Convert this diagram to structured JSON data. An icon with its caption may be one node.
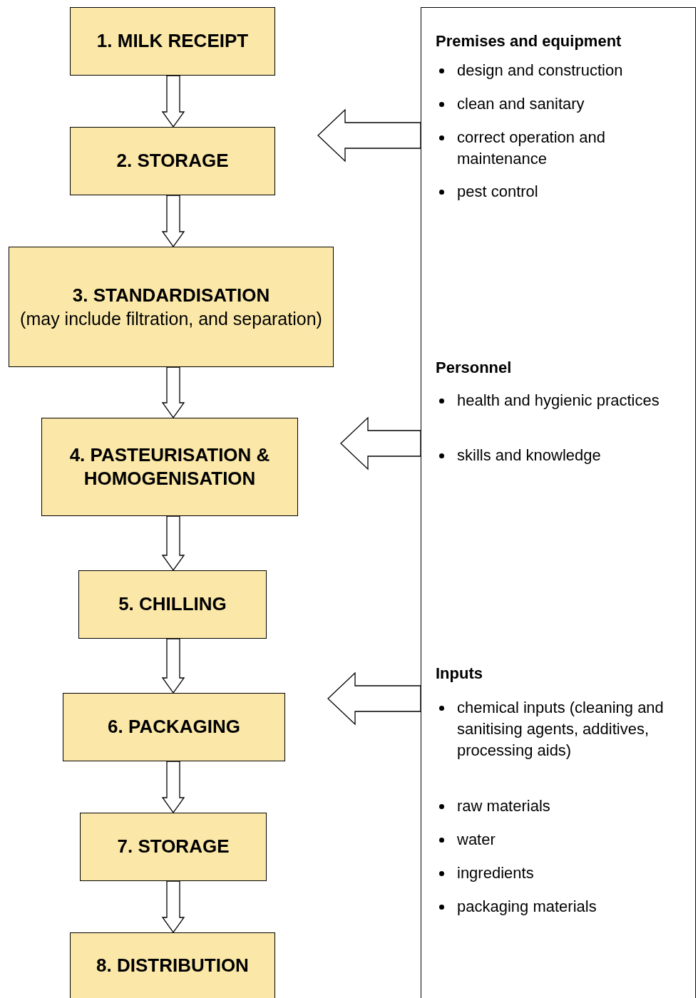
{
  "diagram": {
    "nodes": [
      {
        "text": [
          "1. MILK RECEIPT"
        ]
      },
      {
        "text": [
          "2. STORAGE"
        ]
      },
      {
        "text": [
          "3. STANDARDISATION",
          "(may include filtration, and separation)"
        ]
      },
      {
        "text": [
          "4. PASTEURISATION & HOMOGENISATION"
        ]
      },
      {
        "text": [
          "5. CHILLING"
        ]
      },
      {
        "text": [
          "6. PACKAGING"
        ]
      },
      {
        "text": [
          "7. STORAGE"
        ]
      },
      {
        "text": [
          "8. DISTRIBUTION"
        ]
      },
      {
        "text": [
          "Premises and equipment",
          "design and construction",
          "clean and sanitary",
          "correct operation and maintenance",
          "pest control",
          "Personnel",
          "health and hygienic practices",
          "skills and knowledge",
          "Inputs",
          "chemical inputs (cleaning and sanitising agents, additives, processing aids)",
          "raw materials",
          "water",
          "ingredients",
          "packaging materials"
        ]
      }
    ],
    "edges": [
      {
        "from": 0,
        "to": 1,
        "arrow": "to"
      },
      {
        "from": 1,
        "to": 2,
        "arrow": "to"
      },
      {
        "from": 2,
        "to": 3,
        "arrow": "to"
      },
      {
        "from": 3,
        "to": 4,
        "arrow": "to"
      },
      {
        "from": 4,
        "to": 5,
        "arrow": "to"
      },
      {
        "from": 5,
        "to": 6,
        "arrow": "to"
      },
      {
        "from": 6,
        "to": 7,
        "arrow": "to"
      },
      {
        "from": 8,
        "to": 1,
        "arrow": "to"
      },
      {
        "from": 8,
        "to": 3,
        "arrow": "to"
      },
      {
        "from": 8,
        "to": 5,
        "arrow": "to"
      }
    ]
  }
}
